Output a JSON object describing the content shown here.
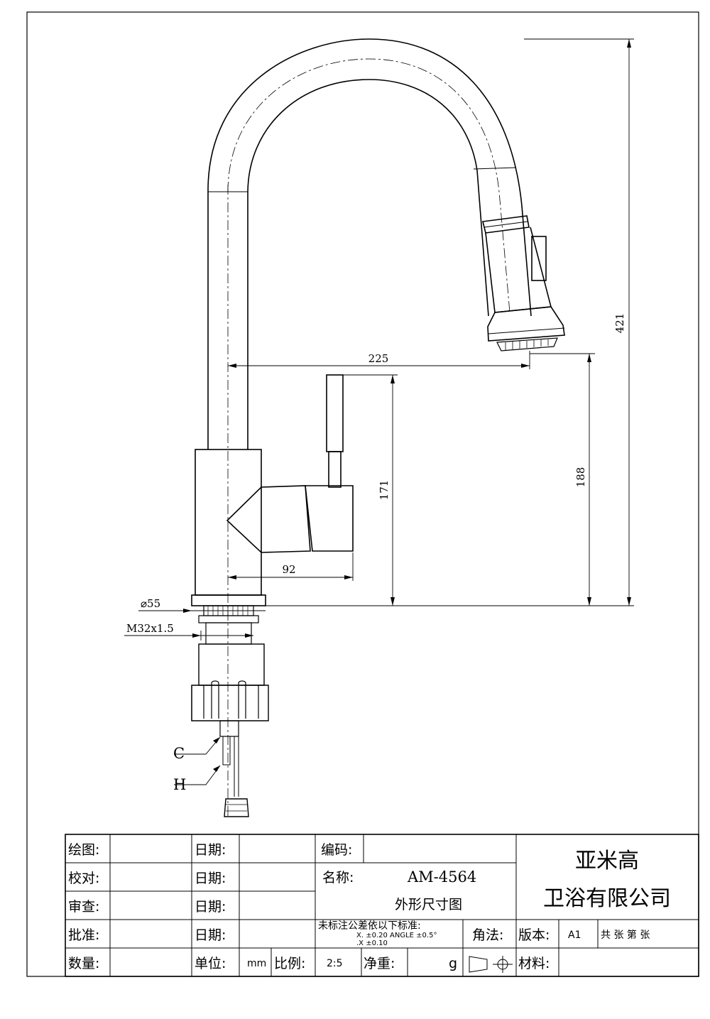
{
  "dimensions": {
    "reach": "225",
    "height_total": "421",
    "spout_height": "188",
    "handle_height": "171",
    "handle_reach": "92",
    "base_diameter": "⌀55",
    "thread": "M32x1.5",
    "hose_cold": "C",
    "hose_hot": "H"
  },
  "title_block": {
    "drawn_label": "绘图:",
    "checked_label": "校对:",
    "reviewed_label": "审查:",
    "approved_label": "批准:",
    "quantity_label": "数量:",
    "date_label": "日期:",
    "unit_label": "单位:",
    "unit_value": "mm",
    "scale_label": "比例:",
    "scale_value": "2:5",
    "code_label": "编码:",
    "name_label": "名称:",
    "model": "AM-4564",
    "drawing_name": "外形尺寸图",
    "tolerance_title": "未标注公差依以下标准:",
    "tolerance_line1": "X.      ±0.20   ANGLE   ±0.5°",
    "tolerance_line2": ".X     ±0.10",
    "angle_label": "角法:",
    "weight_label": "净重:",
    "weight_unit": "g",
    "version_label": "版本:",
    "version_value": "A1",
    "sheets": "共    张   第    张",
    "material_label": "材料:",
    "company_line1": "亚米高",
    "company_line2": "卫浴有限公司"
  }
}
